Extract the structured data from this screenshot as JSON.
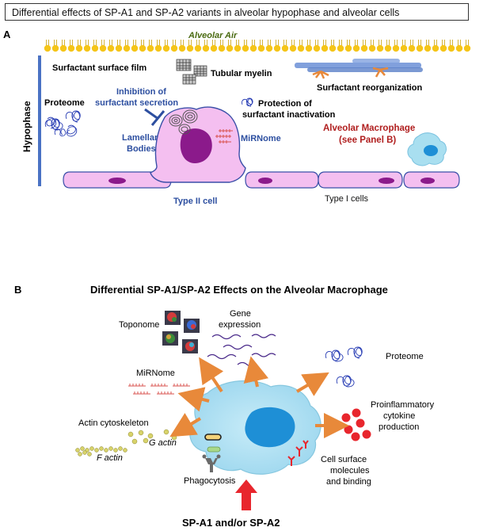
{
  "title": "Differential effects of SP-A1 and SP-A2 variants in alveolar hypophase and alveolar cells",
  "panel_a": {
    "label": "A",
    "alveolar_air": "Alveolar Air",
    "hypophase": "Hypophase",
    "surfactant_film": "Surfactant surface film",
    "tubular_myelin": "Tubular myelin",
    "surfactant_reorganization": "Surfactant reorganization",
    "proteome": "Proteome",
    "inhibition_line1": "Inhibition of",
    "inhibition_line2": "surfactant secretion",
    "protection_line1": "Protection of",
    "protection_line2": "surfactant inactivation",
    "lamellar_line1": "Lamellar",
    "lamellar_line2": "Bodies",
    "mirnome": "MiRNome",
    "macrophage_line1": "Alveolar Macrophage",
    "macrophage_line2": "(see Panel B)",
    "type2": "Type II  cell",
    "type1": "Type I cells"
  },
  "panel_b": {
    "label": "B",
    "heading": "Differential SP-A1/SP-A2 Effects on the Alveolar Macrophage",
    "toponome": "Toponome",
    "gene_line1": "Gene",
    "gene_line2": "expression",
    "proteome": "Proteome",
    "mirnome": "MiRNome",
    "proinflam_line1": "Proinflammatory",
    "proinflam_line2": "cytokine",
    "proinflam_line3": "production",
    "actin": "Actin cytoskeleton",
    "g_actin": "G actin",
    "f_actin": "F actin",
    "phagocytosis": "Phagocytosis",
    "surface_line1": "Cell surface",
    "surface_line2": "molecules",
    "surface_line3": "and binding",
    "bottom_label": "SP-A1 and/or SP-A2"
  },
  "colors": {
    "surfactant_head": "#f5c518",
    "hypophase_bar": "#4a72c4",
    "type2_fill": "#f4bff0",
    "nucleus": "#8b1a8b",
    "macrophage_fill": "#a9dff0",
    "macrophage_nucleus": "#1e8fd6",
    "arrow_orange": "#e8893a",
    "cytokine_red": "#e8262d",
    "label_blue": "#2d4fa0",
    "label_red": "#b01e1e",
    "mirna_red": "#d9534f"
  }
}
